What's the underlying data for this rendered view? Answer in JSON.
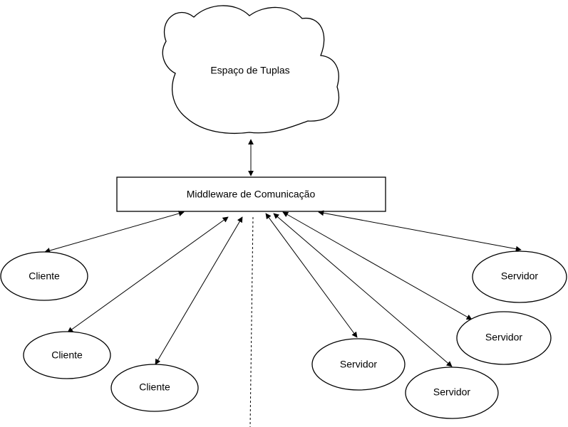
{
  "diagram": {
    "tuple_space": {
      "label": "Espaço de Tuplas"
    },
    "middleware": {
      "label": "Middleware de Comunicação"
    },
    "clients": [
      {
        "label": "Cliente"
      },
      {
        "label": "Cliente"
      },
      {
        "label": "Cliente"
      }
    ],
    "servers": [
      {
        "label": "Servidor"
      },
      {
        "label": "Servidor"
      },
      {
        "label": "Servidor"
      },
      {
        "label": "Servidor"
      }
    ]
  },
  "colors": {
    "stroke": "#000000",
    "fill": "#ffffff"
  }
}
